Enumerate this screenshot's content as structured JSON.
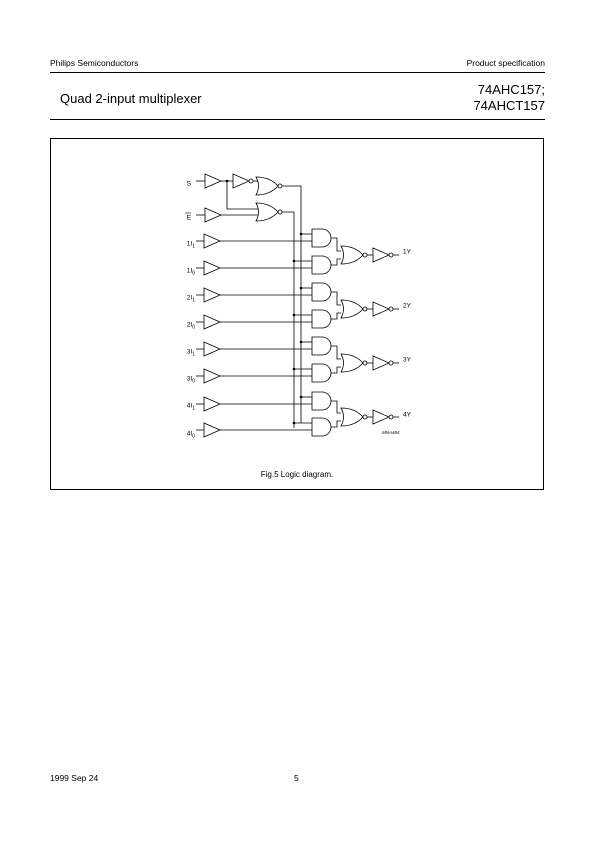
{
  "header": {
    "company": "Philips Semiconductors",
    "doc_type": "Product specification",
    "title": "Quad 2-input multiplexer",
    "part_line1": "74AHC157;",
    "part_line2": "74AHCT157"
  },
  "figure": {
    "caption": "Fig.5  Logic diagram.",
    "code": "MNA484",
    "inputs": {
      "s": "S",
      "e": "E",
      "i1_1": "1I1",
      "i1_0": "1I0",
      "i2_1": "2I1",
      "i2_0": "2I0",
      "i3_1": "3I1",
      "i3_0": "3I0",
      "i4_1": "4I1",
      "i4_0": "4I0"
    },
    "outputs": [
      "1Y",
      "2Y",
      "3Y",
      "4Y"
    ]
  },
  "footer": {
    "date": "1999 Sep 24",
    "page": "5"
  }
}
